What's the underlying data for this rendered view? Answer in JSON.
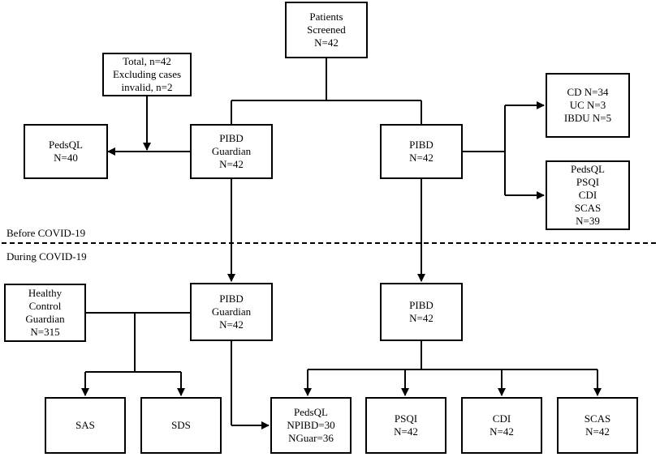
{
  "nodes": {
    "screened": [
      "Patients",
      "Screened",
      "N=42"
    ],
    "exclusion_note": [
      "Total, n=42",
      "Excluding cases",
      "invalid, n=2"
    ],
    "pedsql_before": [
      "PedsQL",
      "N=40"
    ],
    "guardian_before": [
      "PIBD",
      "Guardian",
      "N=42"
    ],
    "pibd_before": [
      "PIBD",
      "N=42"
    ],
    "diagnosis": [
      "CD N=34",
      "UC N=3",
      "IBDU N=5"
    ],
    "scales_before": [
      "PedsQL",
      "PSQI",
      "CDI",
      "SCAS",
      "N=39"
    ],
    "healthy_control": [
      "Healthy",
      "Control",
      "Guardian",
      "N=315"
    ],
    "guardian_during": [
      "PIBD",
      "Guardian",
      "N=42"
    ],
    "pibd_during": [
      "PIBD",
      "N=42"
    ],
    "sas": [
      "SAS"
    ],
    "sds": [
      "SDS"
    ],
    "pedsql_during": [
      "PedsQL",
      "NPIBD=30",
      "NGuar=36"
    ],
    "psqi_during": [
      "PSQI",
      "N=42"
    ],
    "cdi_during": [
      "CDI",
      "N=42"
    ],
    "scas_during": [
      "SCAS",
      "N=42"
    ]
  },
  "phases": {
    "before": "Before COVID-19",
    "during": "During COVID-19"
  }
}
